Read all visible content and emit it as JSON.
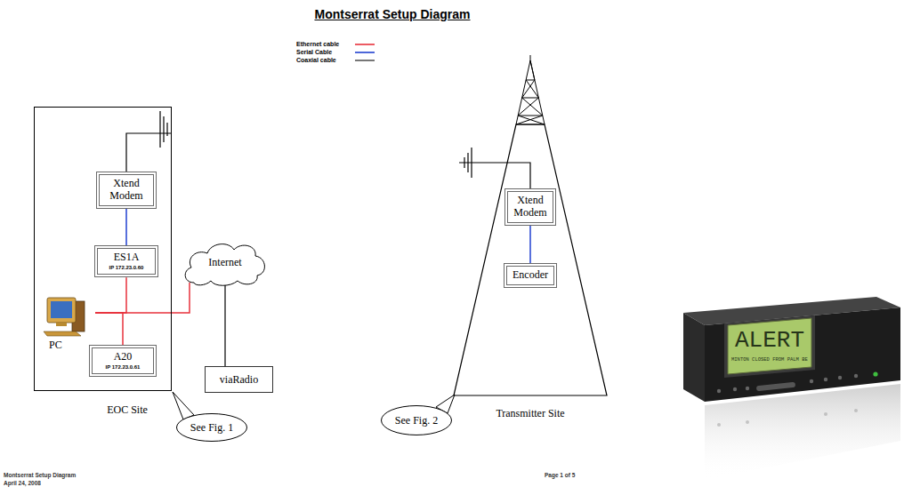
{
  "diagram": {
    "title": "Montserrat Setup Diagram",
    "nodes": [
      {
        "text": [
          "EOC Site"
        ]
      },
      {
        "text": [
          "Xtend Modem"
        ],
        "in": 0
      },
      {
        "text": [
          "ES1A",
          "IP 172.23.0.60"
        ],
        "in": 0
      },
      {
        "text": [
          "PC"
        ],
        "in": 0
      },
      {
        "text": [
          "A20",
          "IP 172.23.0.61"
        ],
        "in": 0
      },
      {
        "text": [
          "Internet"
        ]
      },
      {
        "text": [
          "viaRadio"
        ]
      },
      {
        "text": [
          "See Fig. 1"
        ]
      },
      {
        "text": [
          "Transmitter Site"
        ]
      },
      {
        "text": [
          "Xtend Modem"
        ],
        "in": 8
      },
      {
        "text": [
          "Encoder"
        ],
        "in": 8
      },
      {
        "text": [
          "See Fig. 2"
        ]
      }
    ],
    "edges": [
      {
        "from": 1,
        "to": 2,
        "arrow": "none"
      },
      {
        "from": 3,
        "to": 2,
        "arrow": "none"
      },
      {
        "from": 3,
        "to": 4,
        "arrow": "none"
      },
      {
        "from": 3,
        "to": 5,
        "arrow": "none"
      },
      {
        "from": 5,
        "to": 6,
        "arrow": "none"
      },
      {
        "from": 9,
        "to": 10,
        "arrow": "none"
      }
    ],
    "labels": [
      "Montserrat Setup Diagram",
      "April 24, 2008",
      "Page 1 of 5",
      "ALERT",
      "MINTON CLOSED FROM PALM BE"
    ],
    "legend": [
      {
        "text": "Ethernet cable",
        "color": "#e8323c"
      },
      {
        "text": "Serial Cable",
        "color": "#2040d0"
      },
      {
        "text": "Coaxial cable",
        "color": "#555555"
      }
    ]
  }
}
